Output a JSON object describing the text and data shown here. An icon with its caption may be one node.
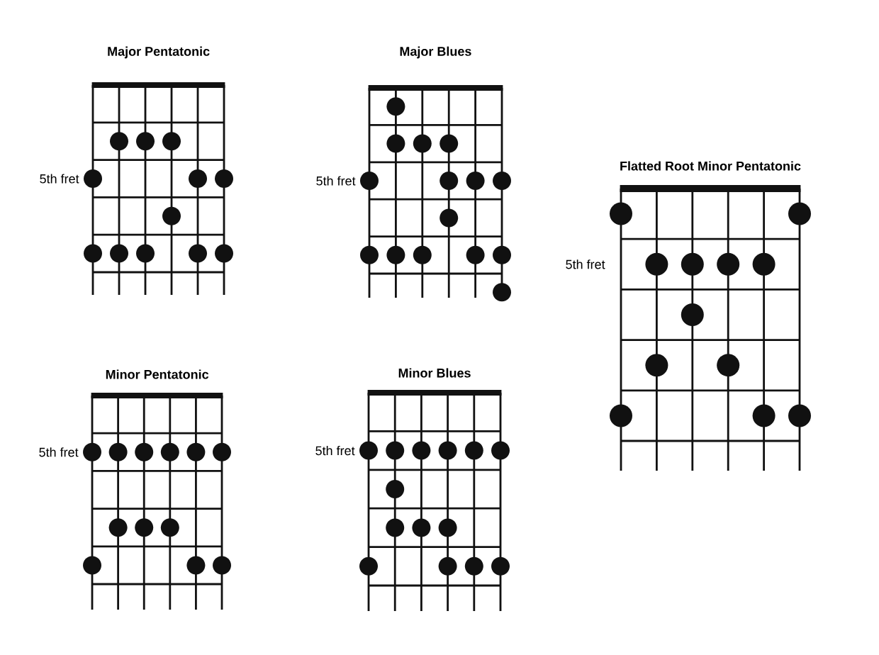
{
  "diagram": {
    "nodes": [
      {
        "text": [
          "Major Pentatonic"
        ],
        "beside": [
          "5th fret"
        ]
      },
      {
        "text": [
          "Major Blues"
        ],
        "beside": [
          "5th fret"
        ]
      },
      {
        "text": [
          "Flatted Root Minor Pentatonic"
        ],
        "beside": [
          "5th fret"
        ]
      },
      {
        "text": [
          "Minor Pentatonic"
        ],
        "beside": [
          "5th fret"
        ]
      },
      {
        "text": [
          "Minor Blues"
        ],
        "beside": [
          "5th fret"
        ]
      }
    ]
  }
}
